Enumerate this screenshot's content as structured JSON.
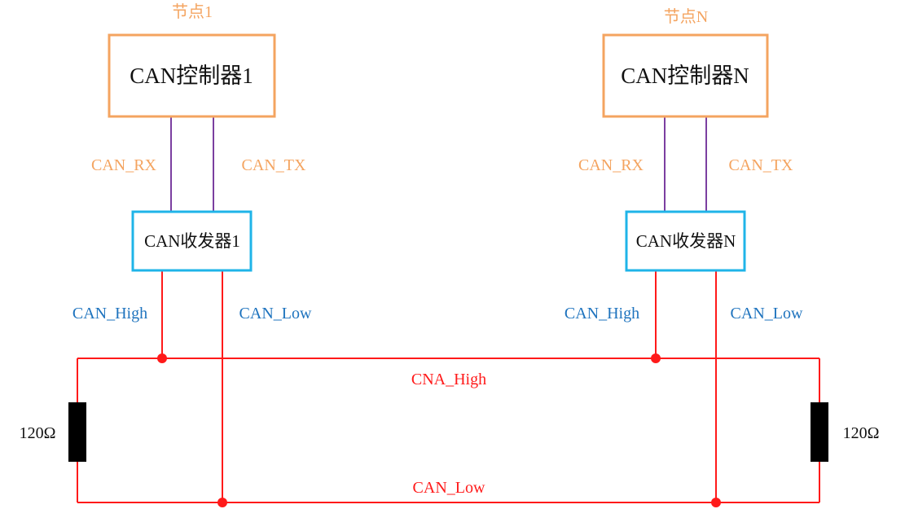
{
  "colors": {
    "controller_border": "#F4A460",
    "transceiver_border": "#1FB4E8",
    "logic_wire": "#7B3FA0",
    "bus_wire": "#FF1A1A",
    "resistor": "#000000",
    "label_orange": "#F4A460",
    "label_blue": "#1E73BE",
    "label_red": "#FF1A1A"
  },
  "nodes": [
    {
      "node_label": "节点1",
      "controller_label": "CAN控制器1",
      "transceiver_label": "CAN收发器1",
      "rx_label": "CAN_RX",
      "tx_label": "CAN_TX",
      "high_label": "CAN_High",
      "low_label": "CAN_Low"
    },
    {
      "node_label": "节点N",
      "controller_label": "CAN控制器N",
      "transceiver_label": "CAN收发器N",
      "rx_label": "CAN_RX",
      "tx_label": "CAN_TX",
      "high_label": "CAN_High",
      "low_label": "CAN_Low"
    }
  ],
  "bus": {
    "high_label": "CNA_High",
    "low_label": "CAN_Low"
  },
  "terminators": {
    "left_label": "120Ω",
    "right_label": "120Ω"
  }
}
